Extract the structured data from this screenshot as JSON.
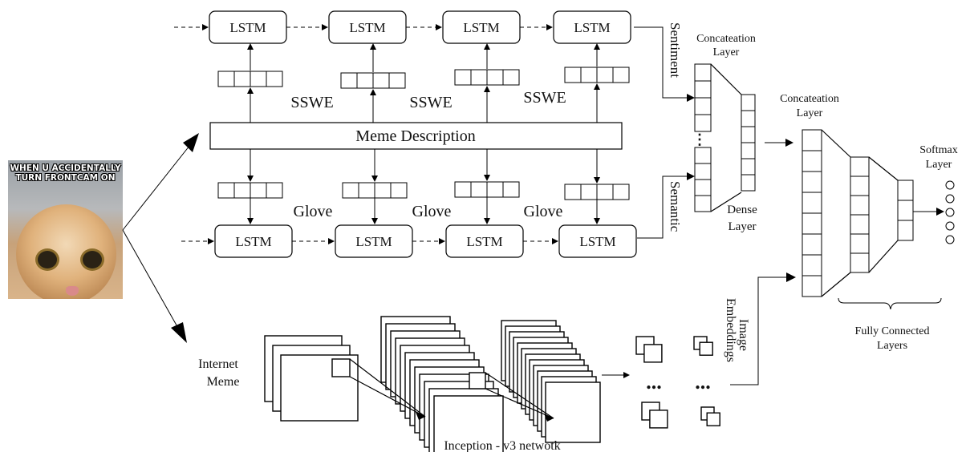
{
  "meme": {
    "caption_line1": "WHEN U ACCIDENTALLY",
    "caption_line2": "TURN FRONTCAM ON"
  },
  "top_lstm": [
    "LSTM",
    "LSTM",
    "LSTM",
    "LSTM"
  ],
  "bottom_lstm": [
    "LSTM",
    "LSTM",
    "LSTM",
    "LSTM"
  ],
  "sswe_labels": [
    "SSWE",
    "SSWE",
    "SSWE"
  ],
  "glove_labels": [
    "Glove",
    "Glove",
    "Glove"
  ],
  "meme_description": "Meme Description",
  "sentiment_label": "Sentiment",
  "semantic_label": "Semantic",
  "concat_layer_1": [
    "Concateation",
    "Layer"
  ],
  "dense_layer": [
    "Dense",
    "Layer"
  ],
  "concat_layer_2": [
    "Concateation",
    "Layer"
  ],
  "softmax_layer": [
    "Softmax",
    "Layer"
  ],
  "fully_connected": [
    "Fully  Connected",
    "Layers"
  ],
  "image_embeddings": [
    "Image",
    "Embeddings"
  ],
  "internet_meme": [
    "Internet",
    "Meme"
  ],
  "inception": "Inception -  v3 netwotk",
  "ellipsis": "..."
}
